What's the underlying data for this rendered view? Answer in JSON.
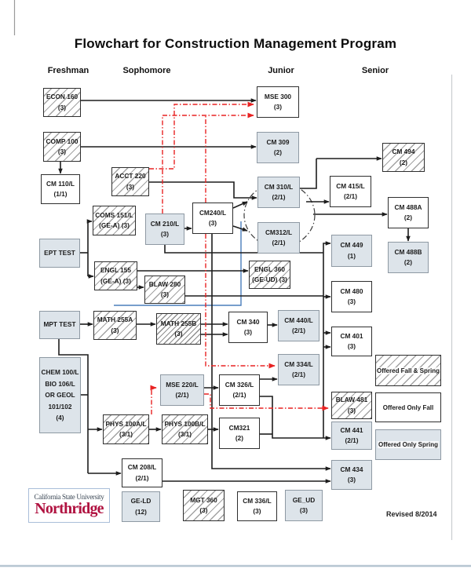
{
  "title": "Flowchart for Construction Management Program",
  "columns": {
    "freshman": "Freshman",
    "sophomore": "Sophomore",
    "junior": "Junior",
    "senior": "Senior"
  },
  "legend": {
    "fall_spring": "Offered Fall & Spring",
    "only_fall": "Offered Only Fall",
    "only_spring": "Offered Only Spring"
  },
  "legend_styles": {
    "fall_spring": "hatched",
    "only_fall": "plain-white",
    "only_spring": "shaded-gray"
  },
  "logo": {
    "line1": "California State University",
    "line2": "Northridge"
  },
  "footer": {
    "revised": "Revised 8/2014"
  },
  "colors": {
    "shaded_fill": "#dde4ea",
    "shaded_border": "#8e99a3",
    "box_border": "#2e2e2e",
    "hatch_line": "#6e6e6e",
    "prereq_line": "#222222",
    "coreq_line": "#e82222",
    "note_line": "#4a7ebb",
    "logo_red": "#b01240",
    "logo_border": "#a9bed9"
  },
  "boxes": {
    "econ160": {
      "style": "hatched",
      "lines": [
        "ECON 160",
        "(3)"
      ]
    },
    "comp100": {
      "style": "hatched",
      "lines": [
        "COMP 100",
        "(3)"
      ]
    },
    "cm110": {
      "style": "plain",
      "lines": [
        "CM 110/L",
        "(1/1)"
      ]
    },
    "ept": {
      "style": "shaded",
      "lines": [
        "EPT TEST"
      ]
    },
    "mpt": {
      "style": "shaded",
      "lines": [
        "MPT TEST"
      ]
    },
    "chem": {
      "style": "shaded",
      "lines": [
        "CHEM 100/L",
        "BIO 106/L",
        "OR GEOL",
        "101/102",
        "(4)"
      ]
    },
    "acct220": {
      "style": "hatched",
      "lines": [
        "ACCT 220",
        "(3)"
      ]
    },
    "coms151": {
      "style": "hatched",
      "lines": [
        "COMS 151/L",
        "(GE-A) (3)"
      ]
    },
    "cm210": {
      "style": "shaded",
      "lines": [
        "CM 210/L",
        "(3)"
      ]
    },
    "cm240": {
      "style": "plain",
      "lines": [
        "CM240/L",
        "(3)"
      ]
    },
    "engl155": {
      "style": "hatched",
      "lines": [
        "ENGL 155",
        "(GE-A) (3)"
      ]
    },
    "blaw280": {
      "style": "hatched",
      "lines": [
        "BLAW 280",
        "(3)"
      ]
    },
    "math255a": {
      "style": "hatched",
      "lines": [
        "MATH 255A",
        "(3)"
      ]
    },
    "math255b": {
      "style": "hatched",
      "lines": [
        "MATH 255B",
        "(3)"
      ]
    },
    "phys100a": {
      "style": "hatched",
      "lines": [
        "PHYS 100A/L",
        "(3/1)"
      ]
    },
    "phys100b": {
      "style": "hatched",
      "lines": [
        "PHYS 100B/L",
        "(3/1)"
      ]
    },
    "cm208": {
      "style": "plain",
      "lines": [
        "CM 208/L",
        "(2/1)"
      ]
    },
    "mse300": {
      "style": "plain",
      "lines": [
        "MSE 300",
        "(3)"
      ]
    },
    "cm309": {
      "style": "shaded",
      "lines": [
        "CM 309",
        "(2)"
      ]
    },
    "cm310": {
      "style": "shaded",
      "lines": [
        "CM 310/L",
        "(2/1)"
      ]
    },
    "cm312": {
      "style": "shaded",
      "lines": [
        "CM312/L",
        "(2/1)"
      ]
    },
    "engl360": {
      "style": "hatched",
      "lines": [
        "ENGL 360",
        "(GE-UD) (3)"
      ]
    },
    "cm340": {
      "style": "plain",
      "lines": [
        "CM 340",
        "(3)"
      ]
    },
    "cm440": {
      "style": "shaded",
      "lines": [
        "CM 440/L",
        "(2/1)"
      ]
    },
    "cm334": {
      "style": "shaded",
      "lines": [
        "CM 334/L",
        "(2/1)"
      ]
    },
    "mse220": {
      "style": "shaded",
      "lines": [
        "MSE 220/L",
        "(2/1)"
      ]
    },
    "cm326": {
      "style": "plain",
      "lines": [
        "CM 326/L",
        "(2/1)"
      ]
    },
    "cm321": {
      "style": "plain",
      "lines": [
        "CM321",
        "(2)"
      ]
    },
    "geld": {
      "style": "shaded",
      "lines": [
        "GE-LD",
        "(12)"
      ]
    },
    "mgt360": {
      "style": "hatched",
      "lines": [
        "MGT 360",
        "(3)"
      ]
    },
    "cm336": {
      "style": "plain",
      "lines": [
        "CM 336/L",
        "(3)"
      ]
    },
    "geud": {
      "style": "shaded",
      "lines": [
        "GE_UD",
        "(3)"
      ]
    },
    "cm494": {
      "style": "hatched",
      "lines": [
        "CM 494",
        "(2)"
      ]
    },
    "cm415": {
      "style": "plain",
      "lines": [
        "CM 415/L",
        "(2/1)"
      ]
    },
    "cm488a": {
      "style": "plain",
      "lines": [
        "CM 488A",
        "(2)"
      ]
    },
    "cm488b": {
      "style": "shaded",
      "lines": [
        "CM 488B",
        "(2)"
      ]
    },
    "cm449": {
      "style": "shaded",
      "lines": [
        "CM 449",
        "(1)"
      ]
    },
    "cm480": {
      "style": "plain",
      "lines": [
        "CM 480",
        "(3)"
      ]
    },
    "cm401": {
      "style": "plain",
      "lines": [
        "CM 401",
        "(3)"
      ]
    },
    "blaw481": {
      "style": "hatched",
      "lines": [
        "BLAW 481",
        "(3)"
      ]
    },
    "cm441": {
      "style": "shaded",
      "lines": [
        "CM 441",
        "(2/1)"
      ]
    },
    "cm434": {
      "style": "shaded",
      "lines": [
        "CM 434",
        "(3)"
      ]
    }
  },
  "edges": {
    "prerequisite": [
      [
        "ECON 160",
        "MSE 300"
      ],
      [
        "COMP 100",
        "CM 309"
      ],
      [
        "COMP 100",
        "CM 110/L"
      ],
      [
        "ACCT 220",
        "CM 310/L"
      ],
      [
        "EPT TEST",
        "COMS 151/L"
      ],
      [
        "EPT TEST",
        "ENGL 155"
      ],
      [
        "ENGL 155",
        "ENGL 360"
      ],
      [
        "ENGL 155",
        "BLAW 280"
      ],
      [
        "BLAW 280",
        "CM 480"
      ],
      [
        "MPT TEST",
        "MATH 255A"
      ],
      [
        "MATH 255A",
        "MATH 255B"
      ],
      [
        "MATH 255B",
        "CM 340"
      ],
      [
        "CM 340",
        "CM 440/L"
      ],
      [
        "CM 210/L",
        "CM240/L"
      ],
      [
        "CM240/L",
        "CM 310/L"
      ],
      [
        "CM240/L",
        "CM312/L"
      ],
      [
        "CM 310/L",
        "CM 415/L"
      ],
      [
        "CM 310/L",
        "CM 494"
      ],
      [
        "CM 310/L & CM312/L",
        "CM 488A"
      ],
      [
        "CM 488A",
        "CM 488B"
      ],
      [
        "CM 210/L",
        "CM 449"
      ],
      [
        "CM 210/L",
        "CM 401"
      ],
      [
        "CHEM/BIO/GEOL",
        "PHYS 100A/L"
      ],
      [
        "CHEM/BIO/GEOL",
        "CM 208/L"
      ],
      [
        "PHYS 100A/L",
        "PHYS 100B/L"
      ],
      [
        "PHYS 100B/L",
        "CM321"
      ],
      [
        "MSE 220/L",
        "CM 326/L"
      ],
      [
        "CM 326/L",
        "CM 334/L"
      ],
      [
        "CM 326/L",
        "CM 441"
      ],
      [
        "CM321",
        "CM 441"
      ],
      [
        "CM240/L",
        "CM 434"
      ],
      [
        "CM 208/L",
        "CM 434"
      ]
    ],
    "corequisite": [
      [
        "ACCT 220",
        "MSE 300"
      ],
      [
        "CM 210/L",
        "MSE 300"
      ],
      [
        "CM240/L",
        "MSE 300"
      ],
      [
        "CM240/L",
        "CM 334/L"
      ],
      [
        "PHYS 100A/L",
        "MSE 220/L"
      ],
      [
        "MSE 220/L",
        "BLAW 481"
      ]
    ],
    "note": [
      [
        "MATH 255A",
        "CM312/L"
      ]
    ]
  }
}
